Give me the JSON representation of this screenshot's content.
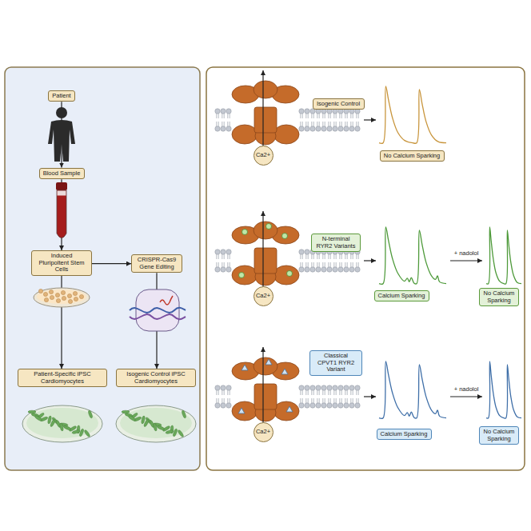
{
  "diagram": {
    "nodes": [
      {
        "text": [
          "Patient"
        ]
      },
      {
        "text": [
          "Blood Sample"
        ]
      },
      {
        "text": [
          "Induced Pluripoltent Stem Cells"
        ]
      },
      {
        "text": [
          "CRISPR-Cas9 Gene Editing"
        ]
      },
      {
        "text": [
          "Patient-Specific iPSC Cardiomyocytes"
        ]
      },
      {
        "text": [
          "Isogenic Control iPSC Cardiomyocytes"
        ]
      },
      {
        "text": [
          "Isogenic Control"
        ]
      },
      {
        "text": [
          "No Calcium Sparking"
        ]
      },
      {
        "text": [
          "Ca2+"
        ]
      },
      {
        "text": [
          "N-terminal RYR2 Variants"
        ]
      },
      {
        "text": [
          "Calcium Sparking"
        ]
      },
      {
        "text": [
          "No Calcium Sparking"
        ]
      },
      {
        "text": [
          "Ca2+"
        ]
      },
      {
        "text": [
          "Classical CPVT1 RYR2 Variant"
        ]
      },
      {
        "text": [
          "Calcium Sparking"
        ]
      },
      {
        "text": [
          "No Calcium Sparking"
        ]
      },
      {
        "text": [
          "Ca2+"
        ]
      }
    ],
    "edges": [
      {
        "from": 0,
        "to": 1,
        "arrow": "to"
      },
      {
        "from": 1,
        "to": 2,
        "arrow": "to"
      },
      {
        "from": 2,
        "to": 3,
        "arrow": "to"
      },
      {
        "from": 2,
        "to": 4,
        "arrow": "to"
      },
      {
        "from": 3,
        "to": 5,
        "arrow": "to"
      }
    ],
    "labels": [
      "+ nadolol",
      "+ nadolol"
    ]
  }
}
